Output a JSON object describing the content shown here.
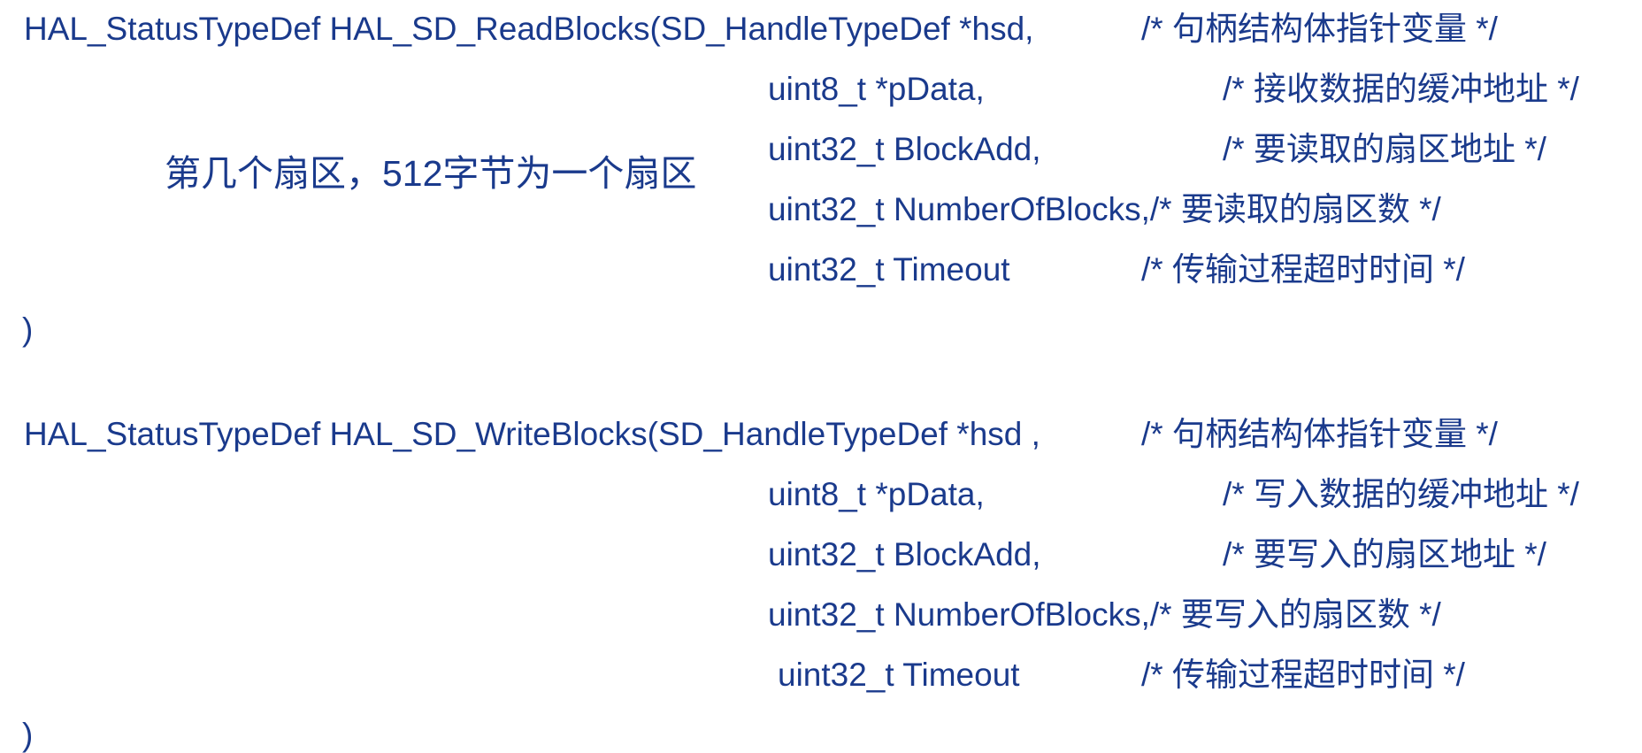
{
  "text_color": "#1a3a8c",
  "read": {
    "signature": "HAL_StatusTypeDef HAL_SD_ReadBlocks(SD_HandleTypeDef *hsd,",
    "signature_comment": "/* 句柄结构体指针变量 */",
    "params": [
      {
        "text": "uint8_t *pData,",
        "comment": "/* 接收数据的缓冲地址 */"
      },
      {
        "text": "uint32_t BlockAdd,",
        "comment": "/* 要读取的扇区地址 */"
      },
      {
        "text": "uint32_t NumberOfBlocks,/* 要读取的扇区数 */"
      },
      {
        "text": "uint32_t Timeout",
        "comment": "/* 传输过程超时时间 */"
      }
    ],
    "close": ")",
    "note": "第几个扇区，512字节为一个扇区"
  },
  "write": {
    "signature": "HAL_StatusTypeDef HAL_SD_WriteBlocks(SD_HandleTypeDef *hsd ,",
    "signature_comment": "/* 句柄结构体指针变量 */",
    "params": [
      {
        "text": "uint8_t *pData,",
        "comment": "/* 写入数据的缓冲地址 */"
      },
      {
        "text": "uint32_t BlockAdd,",
        "comment": "/* 要写入的扇区地址 */"
      },
      {
        "text": "uint32_t NumberOfBlocks,/* 要写入的扇区数 */"
      },
      {
        "text": "uint32_t Timeout",
        "comment": "/* 传输过程超时时间 */"
      }
    ],
    "close": ")"
  }
}
